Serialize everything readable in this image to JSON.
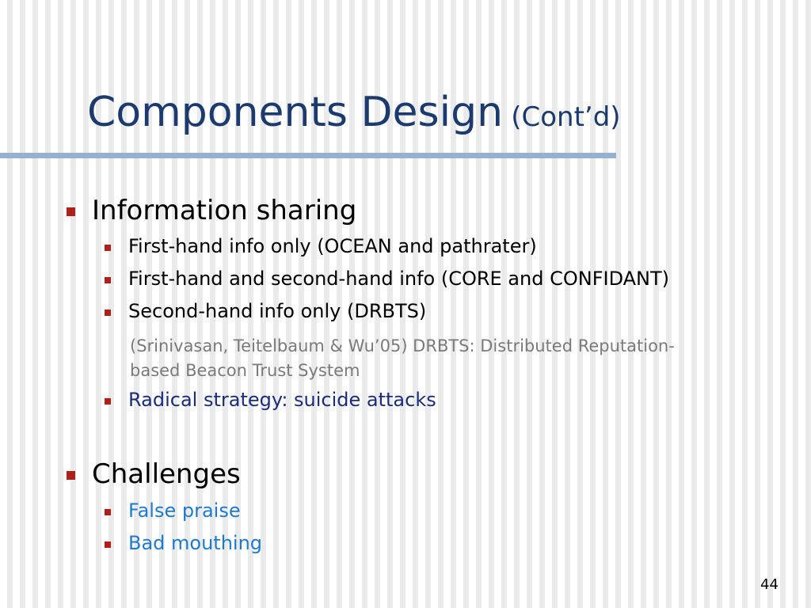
{
  "slide": {
    "title": "Components Design",
    "title_suffix": "(Cont’d)",
    "page_number": "44",
    "colors": {
      "title": "#1b3a6e",
      "rule": "#95b0d0",
      "bullet_marker": "#b0201a",
      "dark_blue_text": "#1b2d7a",
      "light_blue_text": "#1e7ad1",
      "note_gray": "#7a7a7a"
    },
    "sections": [
      {
        "heading": "Information sharing",
        "items": [
          "First-hand  info only (OCEAN and pathrater)",
          "First-hand  and second-hand info (CORE and CONFIDANT)",
          "Second-hand info only (DRBTS)"
        ],
        "note_lines": [
          "(Srinivasan, Teitelbaum & Wu’05) DRBTS: Distributed Reputation-",
          "based Beacon Trust System"
        ],
        "extra_item": "Radical strategy: suicide attacks"
      },
      {
        "heading": "Challenges",
        "items": [
          "False praise",
          "Bad mouthing"
        ]
      }
    ]
  }
}
